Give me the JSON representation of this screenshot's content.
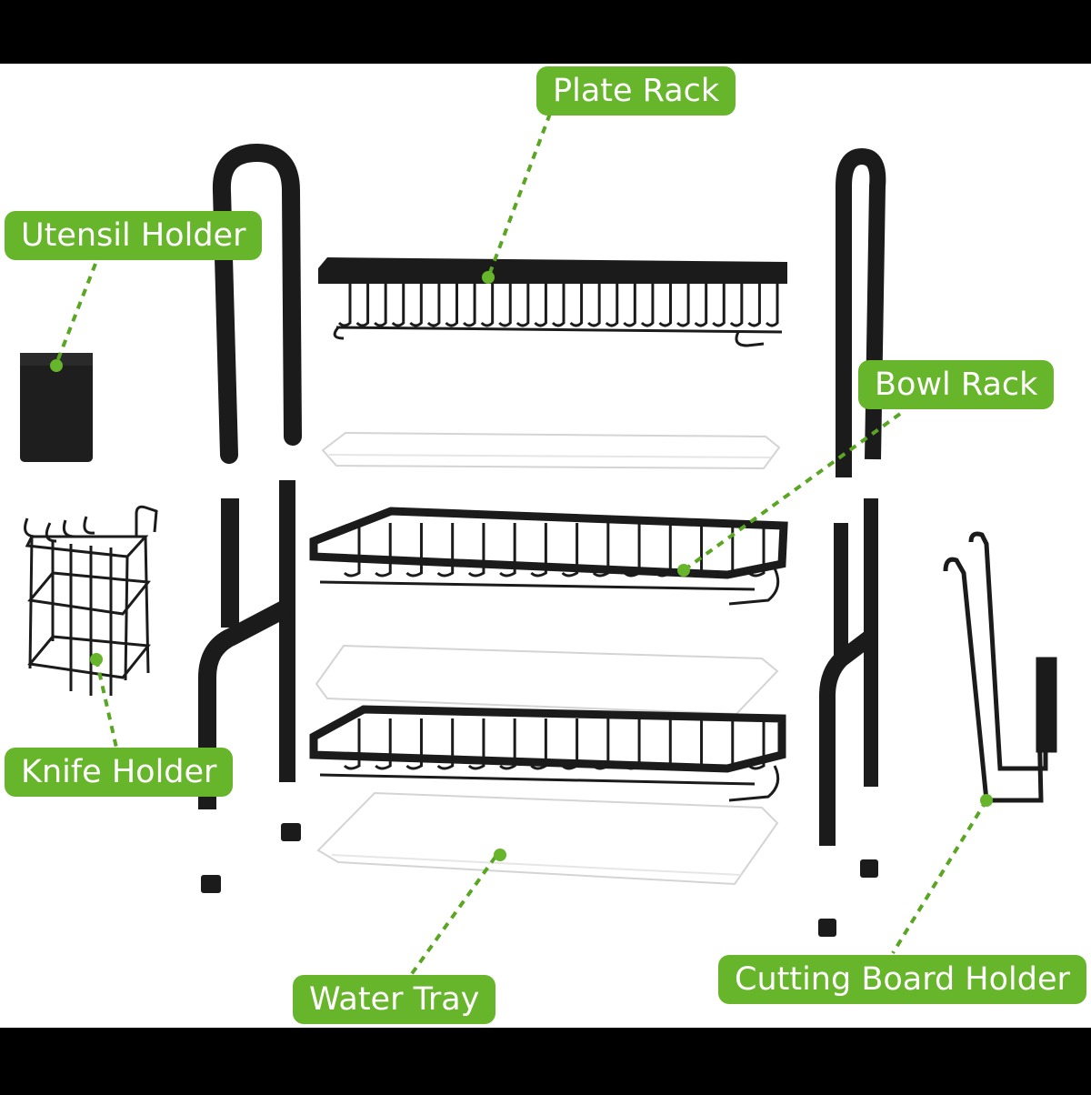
{
  "labels": {
    "plate_rack": "Plate Rack",
    "utensil_holder": "Utensil Holder",
    "bowl_rack": "Bowl Rack",
    "knife_holder": "Knife Holder",
    "water_tray": "Water Tray",
    "cutting_board_holder": "Cutting Board Holder"
  },
  "colors": {
    "background_band": "#000000",
    "canvas": "#ffffff",
    "label_fill": "#67b52a",
    "label_text": "#ffffff",
    "leader_line": "#5aa623",
    "metal": "#1b1b1b",
    "tray": "#ffffff"
  }
}
